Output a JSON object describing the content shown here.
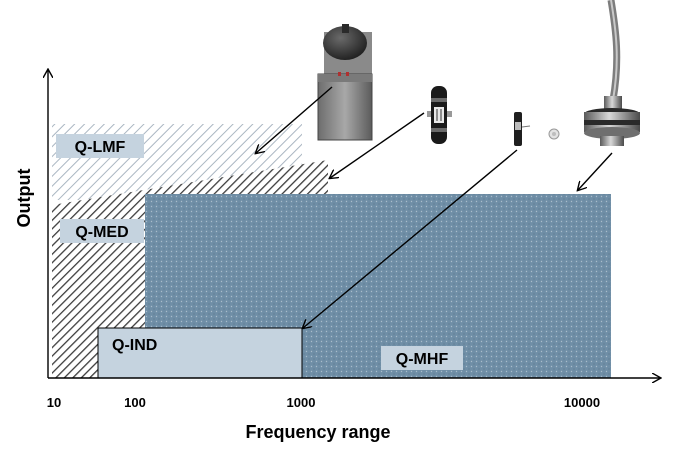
{
  "diagram": {
    "y_axis_title": "Output",
    "x_axis_title": "Frequency range",
    "x_ticks": [
      "10",
      "100",
      "1000",
      "10000"
    ],
    "regions": [
      {
        "label": "Q-LMF",
        "pattern": "light-diagonal-hatch"
      },
      {
        "label": "Q-MED",
        "pattern": "dark-diagonal-hatch"
      },
      {
        "label": "Q-IND",
        "pattern": "solid-light-blue"
      },
      {
        "label": "Q-MHF",
        "pattern": "dotted-steel-blue"
      }
    ],
    "devices": [
      {
        "name": "large-shaker-icon",
        "points_to": "Q-LMF"
      },
      {
        "name": "medium-transducer-icon",
        "points_to": "Q-MED"
      },
      {
        "name": "small-transducer-icon",
        "points_to": "Q-IND"
      },
      {
        "name": "handheld-probe-icon",
        "points_to": "Q-MHF"
      }
    ],
    "colors": {
      "mhf_fill": "#6f8ea6",
      "ind_fill": "#c5d3df",
      "label_box": "#c5d3df",
      "med_hatch": "#3c3c3c",
      "lmf_hatch": "#aab6c2"
    }
  }
}
